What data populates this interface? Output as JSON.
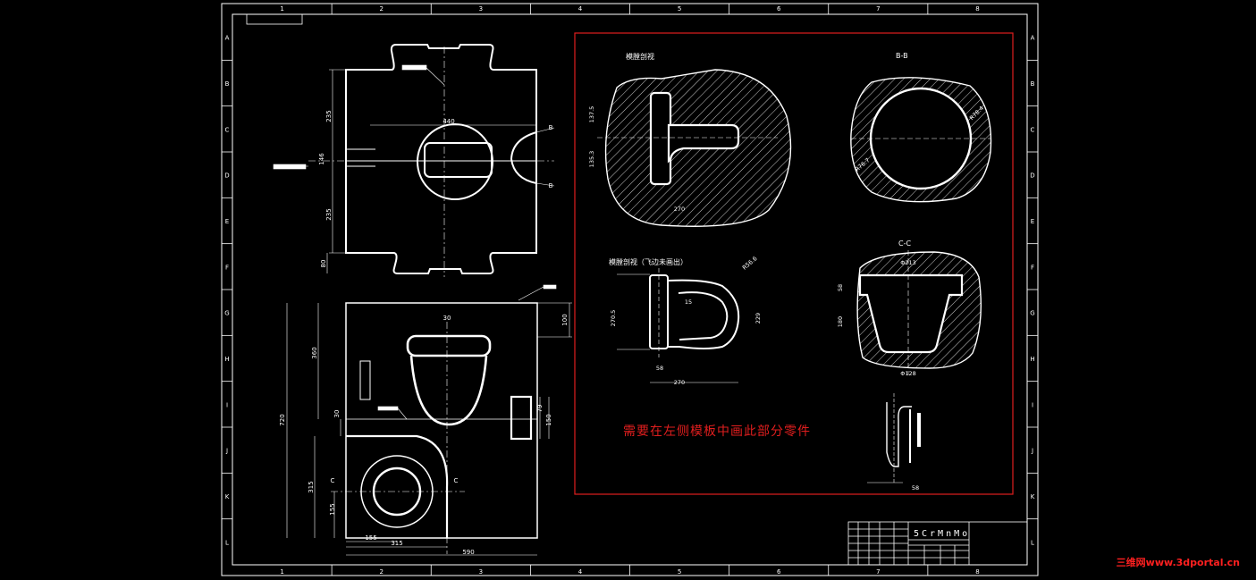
{
  "border": {
    "columns": [
      "1",
      "2",
      "3",
      "4",
      "5",
      "6",
      "7",
      "8"
    ],
    "rows": [
      "A",
      "B",
      "C",
      "D",
      "E",
      "F",
      "G",
      "H",
      "I",
      "J",
      "K",
      "L"
    ]
  },
  "view_top": {
    "dims": [
      "440",
      "235",
      "235",
      "80",
      "146"
    ],
    "labels": [
      "B",
      "B"
    ]
  },
  "view_bottom": {
    "dims": [
      "30",
      "360",
      "720",
      "30",
      "315",
      "155",
      "590",
      "155",
      "315",
      "100",
      "79",
      "150"
    ],
    "labels": [
      "C",
      "C"
    ]
  },
  "section_titles": {
    "bb": "B-B",
    "cc": "C-C",
    "detail_top": "模膛剖视",
    "detail_mid": "模膛剖视（飞边未画出）"
  },
  "detail_dims": [
    "137.5",
    "135.3",
    "270",
    "270",
    "270.5",
    "229",
    "15",
    "58",
    "58",
    "R56.6",
    "R78.4",
    "R76.7",
    "Φ213",
    "Φ128",
    "180",
    "58"
  ],
  "note": "需要在左侧模板中画此部分零件",
  "title_block": {
    "material": "5CrMnMo"
  },
  "watermark": "三维网www.3dportal.cn",
  "colors": {
    "line": "#ffffff",
    "frame": "#ffffff",
    "highlight": "#e01e1e"
  }
}
